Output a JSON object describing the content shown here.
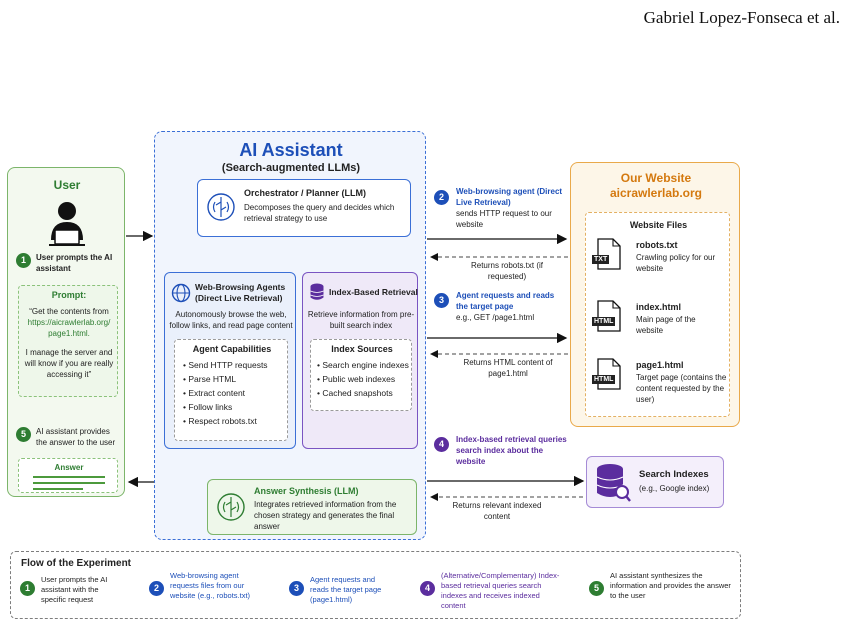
{
  "header": {
    "author": "Gabriel Lopez-Fonseca et al."
  },
  "user": {
    "title": "User",
    "step1_num": "1",
    "step1_text": "User prompts the AI assistant",
    "prompt_title": "Prompt:",
    "prompt_line1": "“Get the contents from",
    "prompt_link1": "https://aicrawlerlab.org/",
    "prompt_link2": "page1.html.",
    "prompt_line2": "I manage the server and will know if you are really accessing it”",
    "step5_num": "5",
    "step5_text": "AI assistant provides the answer to the user",
    "answer_title": "Answer"
  },
  "ai": {
    "title": "AI Assistant",
    "subtitle": "(Search-augmented LLMs)",
    "orch_title": "Orchestrator / Planner (LLM)",
    "orch_desc": "Decomposes the query and decides which retrieval strategy to use",
    "web_title": "Web-Browsing Agents (Direct Live Retrieval)",
    "web_desc": "Autonomously browse the web, follow links, and read page content",
    "caps_title": "Agent Capabilities",
    "caps": [
      "Send HTTP requests",
      "Parse HTML",
      "Extract content",
      "Follow links",
      "Respect robots.txt"
    ],
    "idx_title": "Index-Based Retrieval",
    "idx_desc": "Retrieve information from pre-built search index",
    "src_title": "Index Sources",
    "sources": [
      "Search engine indexes",
      "Public web indexes",
      "Cached snapshots"
    ],
    "synth_title": "Answer Synthesis (LLM)",
    "synth_desc": "Integrates retrieved information from the chosen strategy and generates the final answer"
  },
  "middle": {
    "s2_num": "2",
    "s2_title": "Web-browsing agent (Direct Live Retrieval)",
    "s2_desc": "sends HTTP request to our website",
    "ret_robots": "Returns robots.txt (if requested)",
    "s3_num": "3",
    "s3_title": "Agent requests and reads the target page",
    "s3_desc": "e.g., GET /page1.html",
    "ret_html": "Returns HTML content of page1.html",
    "s4_num": "4",
    "s4_title": "Index-based retrieval queries search index about the website",
    "ret_indexed": "Returns relevant indexed content"
  },
  "site": {
    "title1": "Our Website",
    "title2": "aicrawlerlab.org",
    "files_title": "Website Files",
    "files": [
      {
        "badge": "TXT",
        "name": "robots.txt",
        "desc": "Crawling policy for our website"
      },
      {
        "badge": "HTML",
        "name": "index.html",
        "desc": "Main page of the website"
      },
      {
        "badge": "HTML",
        "name": "page1.html",
        "desc": "Target page (contains the content requested by the user)"
      }
    ]
  },
  "search_indexes": {
    "title": "Search Indexes",
    "desc": "(e.g., Google index)"
  },
  "flow": {
    "title": "Flow of the Experiment",
    "steps": [
      {
        "num": "1",
        "text": "User prompts the AI assistant with the specific request"
      },
      {
        "num": "2",
        "text": "Web-browsing agent requests files from our website (e.g., robots.txt)"
      },
      {
        "num": "3",
        "text": "Agent requests and reads the target page (page1.html)"
      },
      {
        "num": "4",
        "text": "(Alternative/Complementary) Index-based retrieval queries search indexes and receives indexed content"
      },
      {
        "num": "5",
        "text": "AI assistant synthesizes the information and provides the answer to the user"
      }
    ]
  },
  "colors": {
    "green": "#2e7d32",
    "blue": "#1d4fb8",
    "purple": "#5b2d9e",
    "orange": "#d4790f"
  }
}
